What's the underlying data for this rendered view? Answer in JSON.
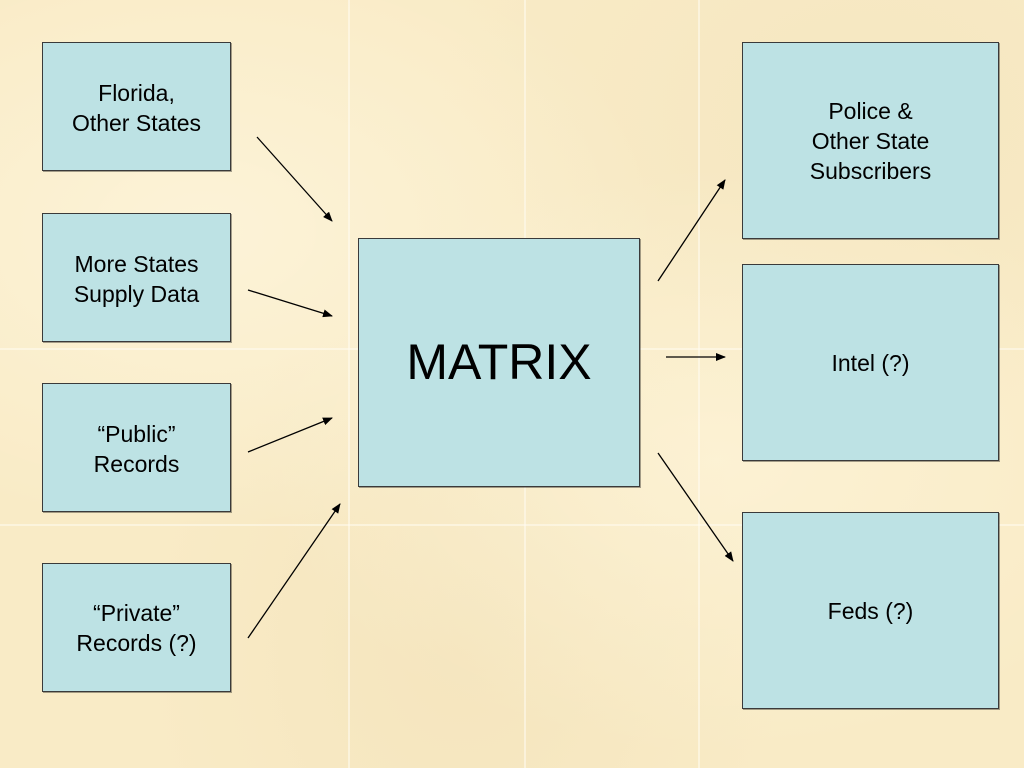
{
  "sources": [
    {
      "id": "florida",
      "label": "Florida,\nOther States"
    },
    {
      "id": "more",
      "label": "More States\nSupply Data"
    },
    {
      "id": "public",
      "label": "“Public”\nRecords"
    },
    {
      "id": "private",
      "label": "“Private”\nRecords (?)"
    }
  ],
  "center": {
    "label": "MATRIX"
  },
  "destinations": [
    {
      "id": "police",
      "label": "Police &\nOther State\nSubscribers"
    },
    {
      "id": "intel",
      "label": "Intel (?)"
    },
    {
      "id": "feds",
      "label": "Feds (?)"
    }
  ],
  "colors": {
    "box_fill": "#bde2e4",
    "background": "#f9ebc6",
    "arrow": "#000000"
  }
}
